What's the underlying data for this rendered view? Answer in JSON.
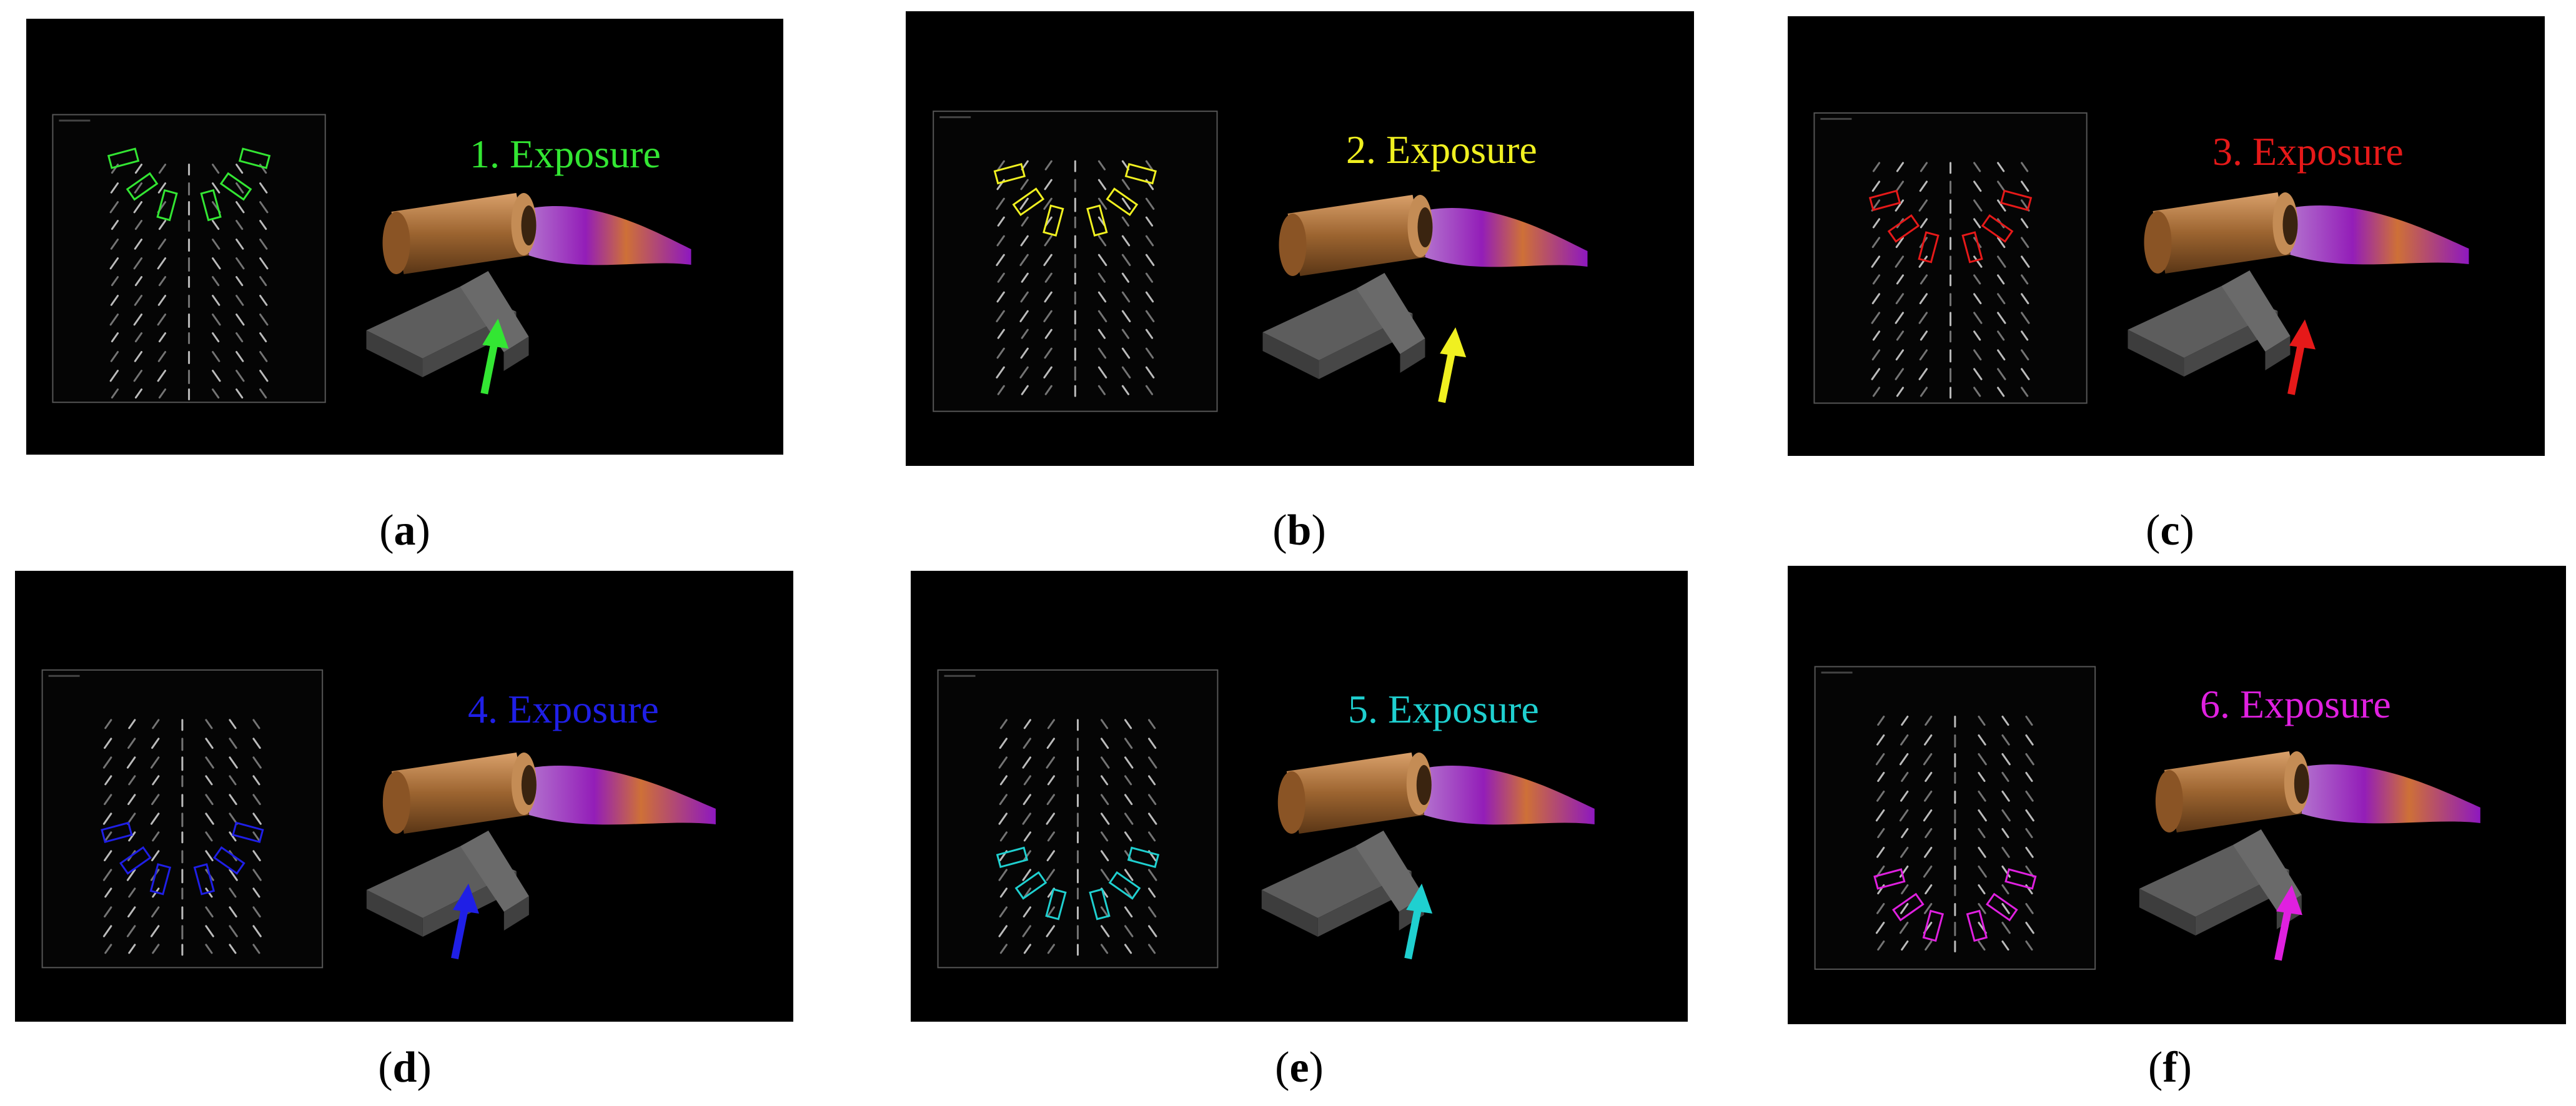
{
  "figure": {
    "panels": [
      {
        "id": "a",
        "caption_letter": "a",
        "label": "1. Exposure",
        "color": "#33e633"
      },
      {
        "id": "b",
        "caption_letter": "b",
        "label": "2. Exposure",
        "color": "#f0f020"
      },
      {
        "id": "c",
        "caption_letter": "c",
        "label": "3. Exposure",
        "color": "#e61919"
      },
      {
        "id": "d",
        "caption_letter": "d",
        "label": "4. Exposure",
        "color": "#1f1fe6"
      },
      {
        "id": "e",
        "caption_letter": "e",
        "label": "5. Exposure",
        "color": "#1fd0d0"
      },
      {
        "id": "f",
        "caption_letter": "f",
        "label": "6. Exposure",
        "color": "#e020e0"
      }
    ]
  }
}
